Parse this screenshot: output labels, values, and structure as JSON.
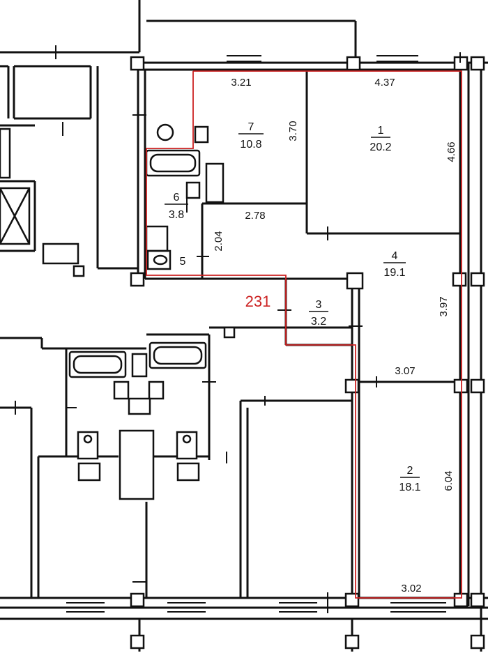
{
  "floorplan": {
    "apartment_number": "231",
    "outline_color": "#cc2222",
    "wall_color": "#111111",
    "rooms": [
      {
        "number": "1",
        "area": "20.2"
      },
      {
        "number": "2",
        "area": "18.1"
      },
      {
        "number": "3",
        "area": "3.2"
      },
      {
        "number": "4",
        "area": "19.1"
      },
      {
        "number": "5",
        "area": ""
      },
      {
        "number": "6",
        "area": "3.8"
      },
      {
        "number": "7",
        "area": "10.8"
      }
    ],
    "dimensions": [
      "3.21",
      "4.37",
      "3.70",
      "4.66",
      "2.78",
      "2.04",
      "3.97",
      "3.07",
      "6.04",
      "3.02"
    ],
    "icons": [
      "bathtub-icon",
      "toilet-icon",
      "sink-icon",
      "ventilation-shaft-icon",
      "elevator-shaft-icon"
    ]
  }
}
